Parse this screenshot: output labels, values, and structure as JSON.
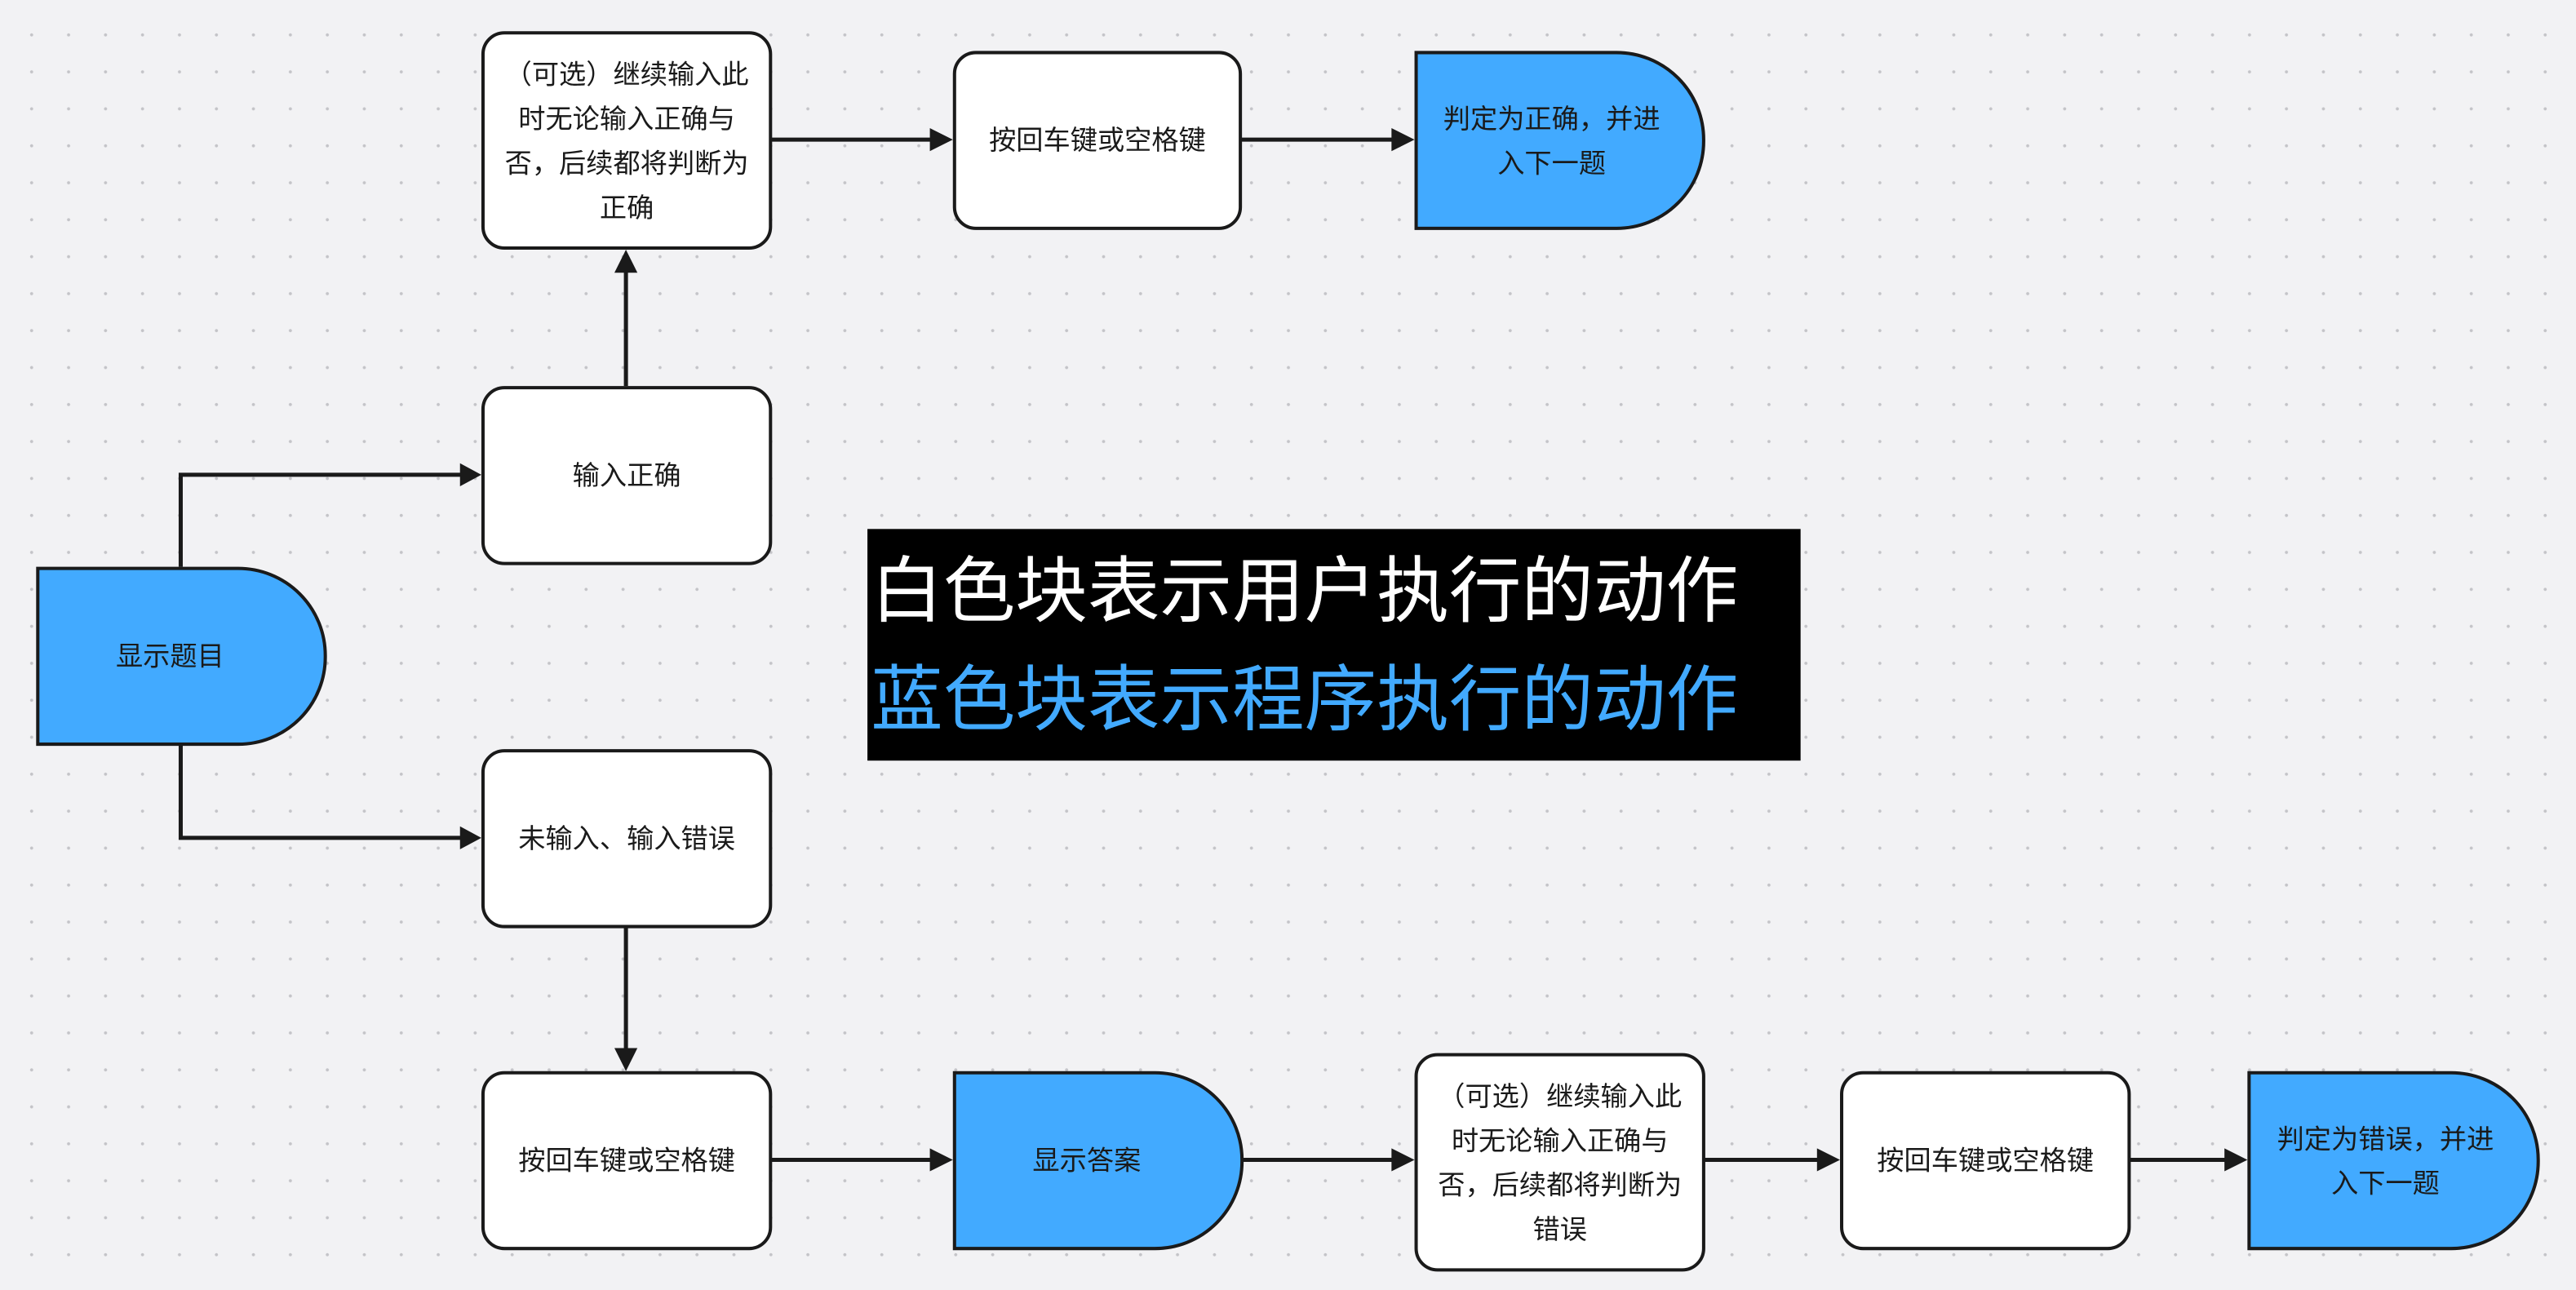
{
  "nodes": {
    "show_question": "显示题目",
    "input_correct": "输入正确",
    "optional_continue_correct": "（可选）继续输入此时无论输入正确与否，后续都将判断为正确",
    "press_enter_1": "按回车键或空格键",
    "judge_correct": "判定为正确，并进入下一题",
    "input_wrong": "未输入、输入错误",
    "press_enter_2": "按回车键或空格键",
    "show_answer": "显示答案",
    "optional_continue_wrong": "（可选）继续输入此时无论输入正确与否，后续都将判断为错误",
    "press_enter_3": "按回车键或空格键",
    "judge_wrong": "判定为错误，并进入下一题"
  },
  "legend": {
    "white_line": "白色块表示用户执行的动作",
    "blue_line": "蓝色块表示程序执行的动作"
  },
  "colors": {
    "program_block": "#42aaff",
    "user_block": "#ffffff",
    "stroke": "#1a1a1a"
  }
}
